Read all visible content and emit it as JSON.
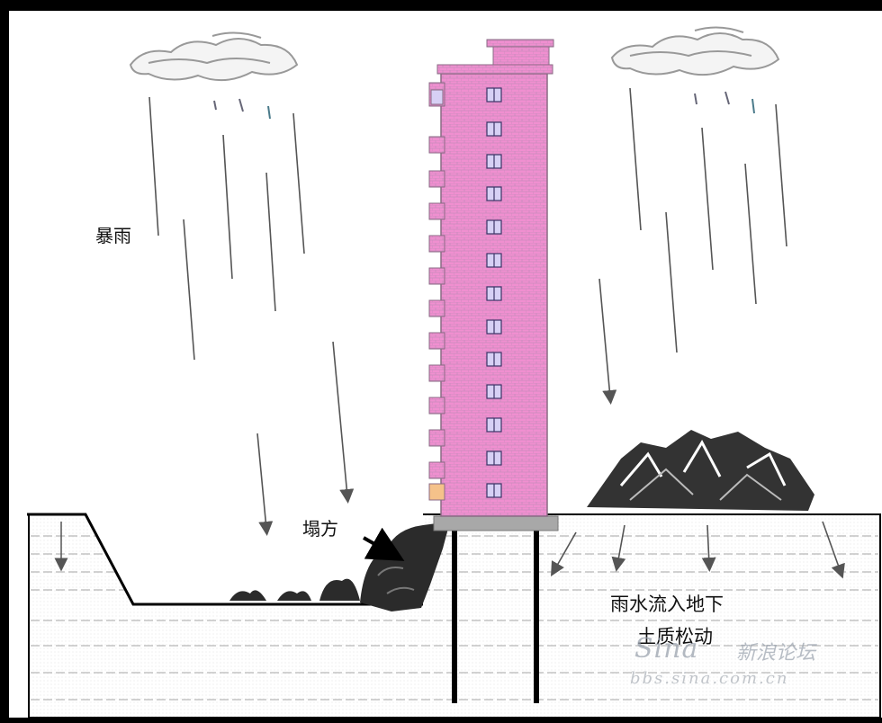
{
  "labels": {
    "heavy_rain": "暴雨",
    "collapse": "塌方",
    "water_seeps": "雨水流入地下",
    "soil_loosens": "土质松动"
  },
  "watermark": {
    "logo": "Sina",
    "forum": "新浪论坛",
    "url": "bbs.sina.com.cn"
  },
  "colors": {
    "building": "#f08fd0",
    "brick_pattern": "#c9a0c4",
    "window": "#d7d0f5",
    "ground_lines": "#b8b8b8",
    "rain": "#555555",
    "background": "#ffffff"
  }
}
